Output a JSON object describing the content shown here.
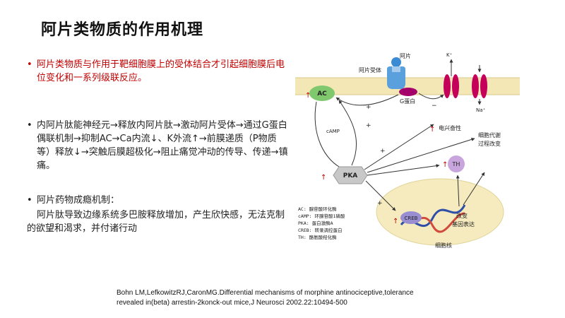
{
  "slide": {
    "title": "阿片类物质的作用机理",
    "bullets": [
      {
        "text": "阿片类物质与作用于靶细胞膜上的受体结合才引起细胞膜后电位变化和一系列级联反应。"
      },
      {
        "text": "内阿片肽能神经元→释放内阿片肽→激动阿片受体→通过G蛋白偶联机制→抑制AC→Ca内流↓、K外流↑→前膜递质（P物质等）释放↓→突触后膜超极化→阻止痛觉冲动的传导、传递→镇痛。"
      },
      {
        "text": "阿片药物成瘾机制：",
        "paragraph": "阿片肽导致边缘系统多巴胺释放增加，产生欣快感，无法克制的欲望和渴求，并付诸行动"
      }
    ],
    "citation": {
      "line1": "Bohn LM,LefkowitzRJ,CaronMG.Differential mechanisms of morphine antinociceptive,tolerance",
      "line2": "revealed in(beta) arrestin-2konck-out mice,J Neurosci 2002.22:10494-500"
    }
  },
  "figure": {
    "labels": {
      "opiate": "阿片",
      "opioid_receptor": "阿片受体",
      "g_protein": "G蛋白",
      "ac": "AC",
      "camp": "cAMP",
      "pka": "PKA",
      "th": "TH",
      "creb": "CREB",
      "k_ion": "K⁺",
      "na_ion": "Na⁺",
      "excitability": "电兴奋性",
      "metabolism_line1": "细胞代谢",
      "metabolism_line2": "过程改变",
      "gene_line1": "改变",
      "gene_line2": "基因表达",
      "nucleus": "细胞核",
      "plus": "+",
      "minus": "−"
    },
    "legend": [
      "AC: 腺苷酸环化酶",
      "cAMP: 环腺苷酸1磷酸",
      "PKA: 蛋白激酶A",
      "CREB: 转录调控蛋白",
      "TH: 酪氨酸羟化酶"
    ],
    "colors": {
      "membrane": "#f3e7b5",
      "ac": "#7fc86e",
      "pka": "#c8c8c8",
      "th": "#c8a6dd",
      "creb": "#9a8ed3",
      "nucleus": "#f5ebbe",
      "channel": "#c4005a",
      "receptor": "#5aa0dc",
      "g_protein": "#a3006a",
      "arrow": "#333333",
      "highlight": "#c00000"
    }
  }
}
